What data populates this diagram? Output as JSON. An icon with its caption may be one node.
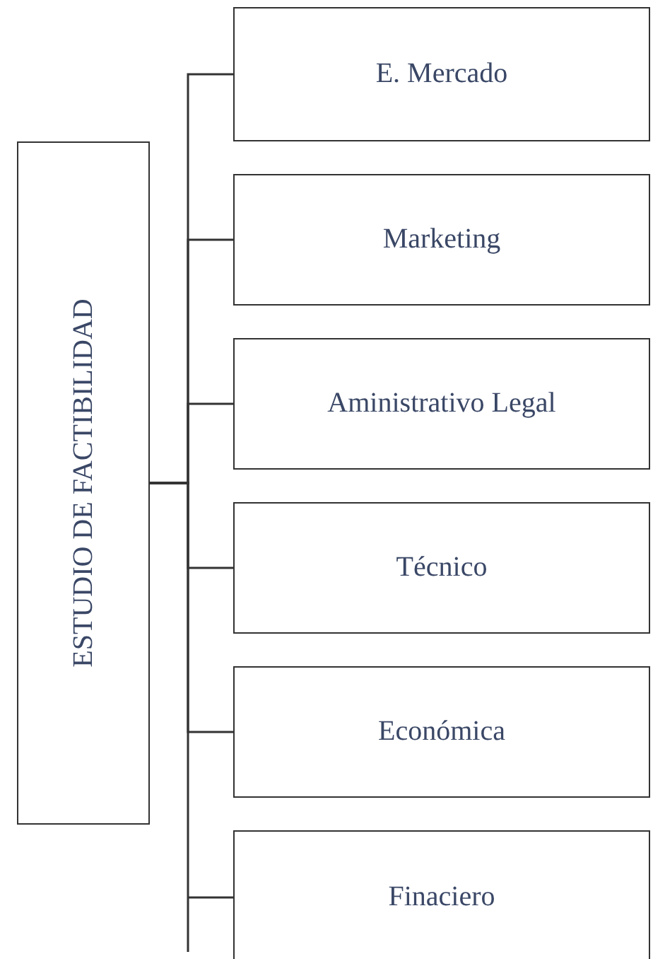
{
  "diagram": {
    "nodes": [
      {
        "text": [
          "ESTUDIO DE FACTIBILIDAD"
        ]
      },
      {
        "text": [
          "E. Mercado"
        ]
      },
      {
        "text": [
          "Marketing"
        ]
      },
      {
        "text": [
          "Aministrativo Legal"
        ]
      },
      {
        "text": [
          "Técnico"
        ]
      },
      {
        "text": [
          "Económica"
        ]
      },
      {
        "text": [
          "Finaciero"
        ]
      }
    ],
    "edges": [
      {
        "from": 0,
        "to": 1,
        "arrow": "none"
      },
      {
        "from": 0,
        "to": 2,
        "arrow": "none"
      },
      {
        "from": 0,
        "to": 3,
        "arrow": "none"
      },
      {
        "from": 0,
        "to": 4,
        "arrow": "none"
      },
      {
        "from": 0,
        "to": 5,
        "arrow": "none"
      },
      {
        "from": 0,
        "to": 6,
        "arrow": "none"
      }
    ]
  }
}
